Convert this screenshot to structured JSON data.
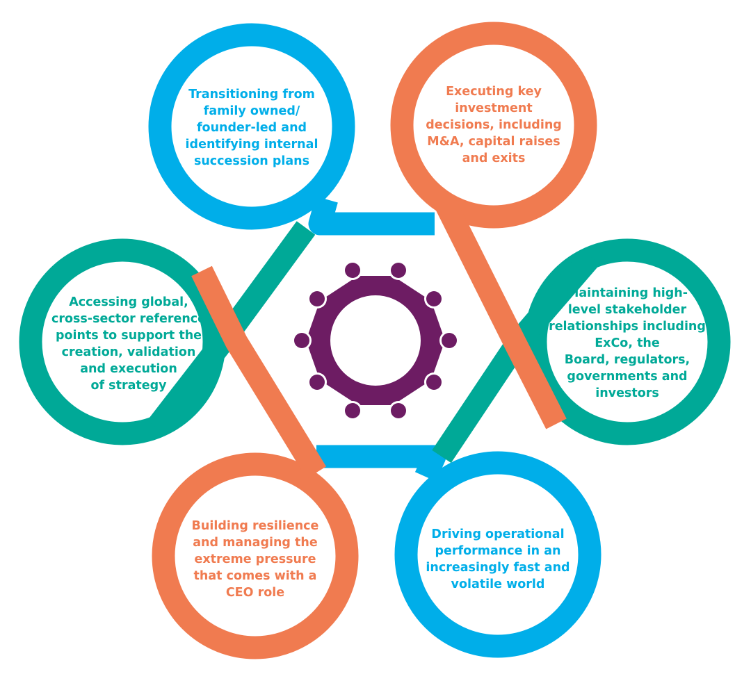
{
  "colors": {
    "blue": "#00aee9",
    "orange": "#f07b50",
    "teal": "#00a997",
    "purple": "#6d1c63",
    "white": "#ffffff"
  },
  "center_icon": "round-table-meeting-icon",
  "petals": {
    "top_left": {
      "color": "blue",
      "text": "Transitioning from\nfamily owned/\nfounder-led and\nidentifying internal\nsuccession plans"
    },
    "top_right": {
      "color": "orange",
      "text": "Executing key\ninvestment\ndecisions, including\nM&A, capital raises\nand exits"
    },
    "right": {
      "color": "teal",
      "text": "Maintaining high-\nlevel stakeholder\nrelationships including\nExCo, the\nBoard, regulators,\ngovernments and\ninvestors"
    },
    "bottom_right": {
      "color": "blue",
      "text": "Driving operational\nperformance in an\nincreasingly fast and\nvolatile world"
    },
    "bottom_left": {
      "color": "orange",
      "text": "Building resilience\nand managing the\nextreme pressure\nthat comes with a\nCEO role"
    },
    "left": {
      "color": "teal",
      "text": "Accessing global,\ncross-sector reference\npoints to support the\ncreation, validation\nand execution\nof strategy"
    }
  }
}
